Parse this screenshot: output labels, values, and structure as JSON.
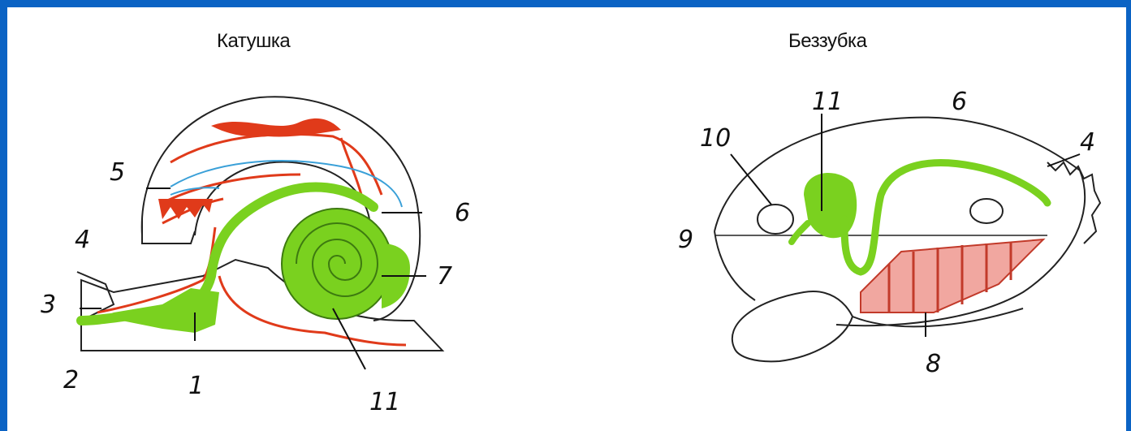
{
  "titles": {
    "left": "Катушка",
    "right": "Беззубка"
  },
  "colors": {
    "frame": "#0b63c4",
    "digestive": "#7ad11f",
    "arteries": "#e03a1a",
    "veins": "#3aa0d8",
    "gills": "#e06a6a",
    "outline": "#222222"
  },
  "snail_labels": [
    "1",
    "2",
    "3",
    "4",
    "5",
    "6",
    "7",
    "11"
  ],
  "mussel_labels": [
    "4",
    "6",
    "8",
    "9",
    "10",
    "11"
  ]
}
